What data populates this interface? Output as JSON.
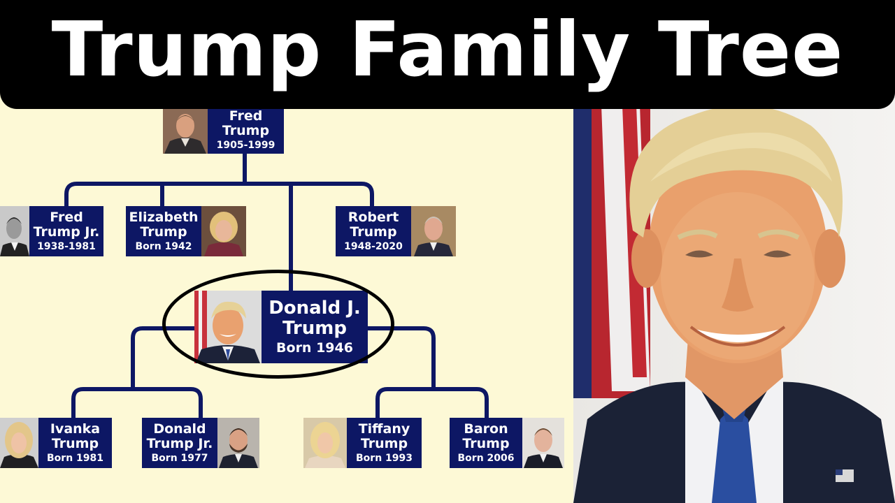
{
  "title": "Trump Family Tree",
  "colors": {
    "background": "#fdf9d6",
    "card": "#0d1764",
    "card_text": "#ffffff",
    "connector": "#0d1764",
    "title_bar": "#000000",
    "highlight_ellipse": "#000000"
  },
  "tree": {
    "patriarch": {
      "line1": "Fred",
      "line2": "Trump",
      "dates": "1905-1999"
    },
    "siblings": [
      {
        "line1": "Fred",
        "line2": "Trump Jr.",
        "dates": "1938-1981"
      },
      {
        "line1": "Elizabeth",
        "line2": "Trump",
        "dates": "Born 1942"
      },
      {
        "line1": "Robert",
        "line2": "Trump",
        "dates": "1948-2020"
      }
    ],
    "focus": {
      "line1": "Donald J.",
      "line2": "Trump",
      "dates": "Born 1946"
    },
    "children": [
      {
        "line1": "Ivanka",
        "line2": "Trump",
        "dates": "Born 1981"
      },
      {
        "line1": "Donald",
        "line2": "Trump Jr.",
        "dates": "Born 1977"
      },
      {
        "line1": "Tiffany",
        "line2": "Trump",
        "dates": "Born 1993"
      },
      {
        "line1": "Baron",
        "line2": "Trump",
        "dates": "Born 2006"
      }
    ]
  }
}
